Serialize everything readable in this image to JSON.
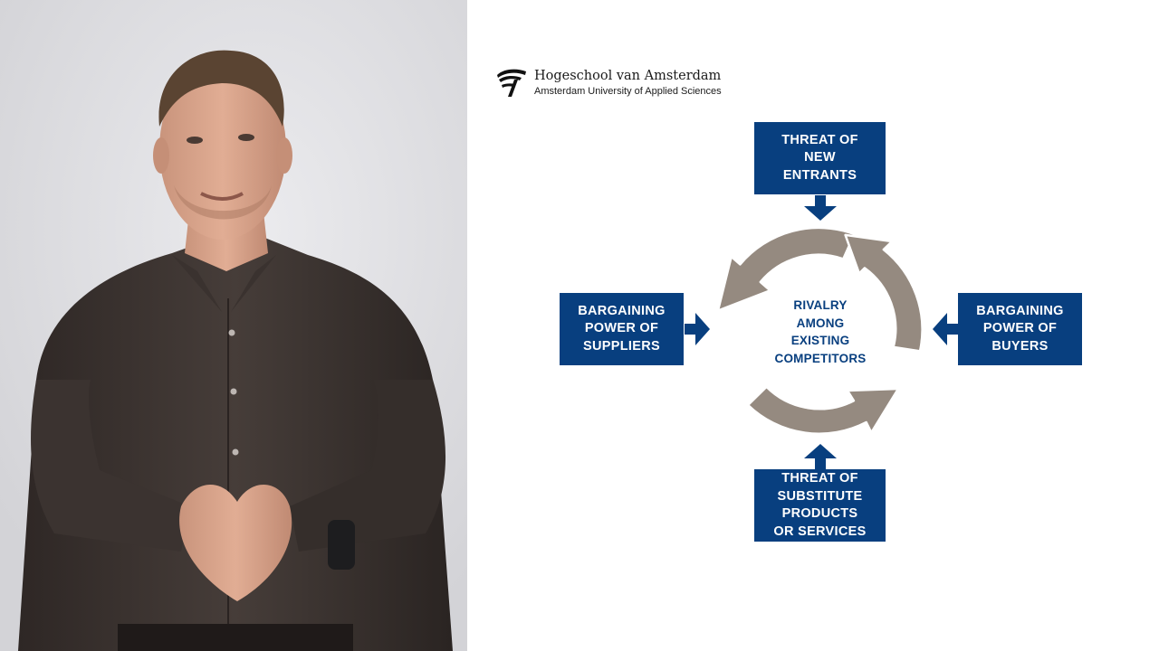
{
  "branding": {
    "title": "Hogeschool van Amsterdam",
    "subtitle": "Amsterdam University of Applied Sciences",
    "logo_icon": "hva-wave-logo"
  },
  "colors": {
    "box_fill": "#083f7f",
    "box_text": "#ffffff",
    "cycle_fill": "#958a80",
    "center_text": "#083f7f"
  },
  "diagram": {
    "top": "THREAT OF\nNEW\nENTRANTS",
    "left": "BARGAINING\nPOWER OF\nSUPPLIERS",
    "right": "BARGAINING\nPOWER OF\nBUYERS",
    "bottom": "THREAT OF\nSUBSTITUTE\nPRODUCTS\nOR SERVICES",
    "center": "RIVALRY\nAMONG\nEXISTING\nCOMPETITORS"
  }
}
